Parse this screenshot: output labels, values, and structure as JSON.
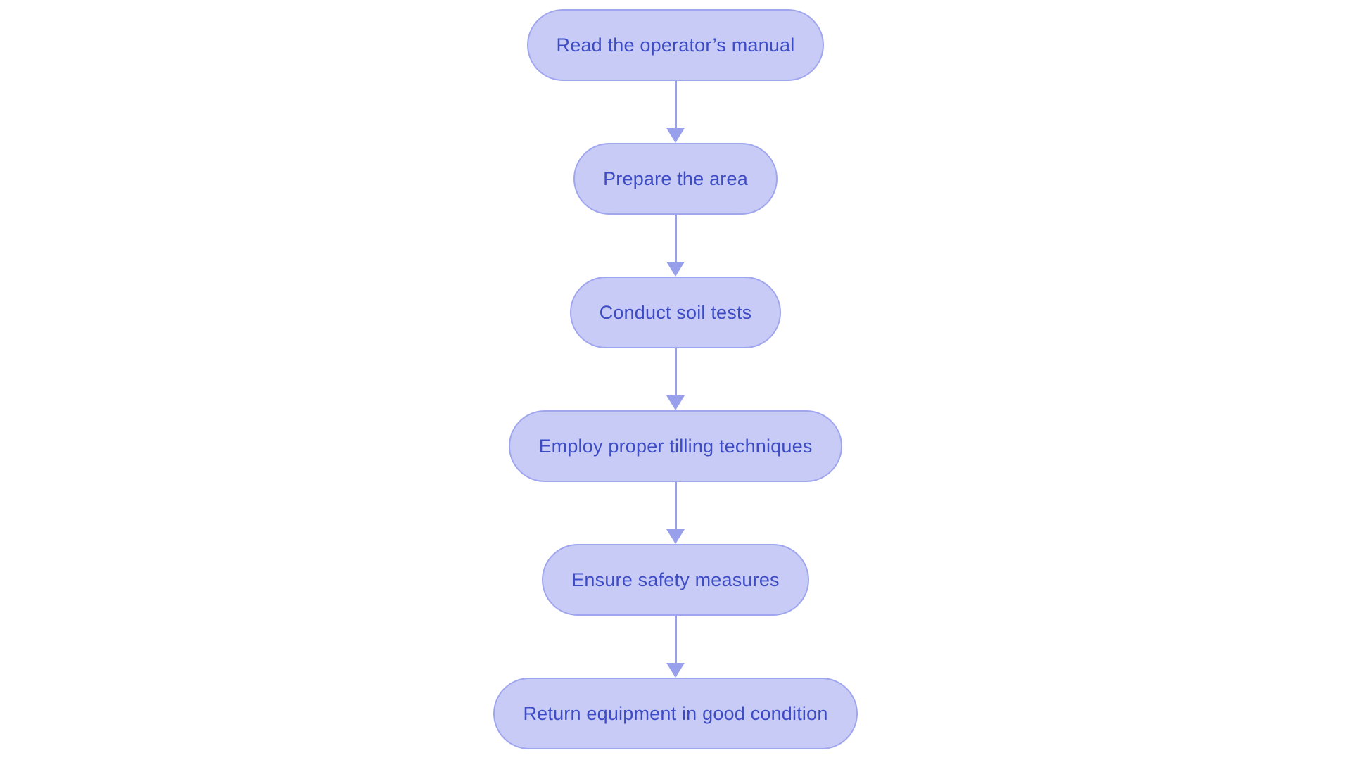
{
  "diagram": {
    "type": "flowchart",
    "direction": "top-down",
    "steps": [
      {
        "id": "read-manual",
        "label": "Read the operator’s manual"
      },
      {
        "id": "prepare-area",
        "label": "Prepare the area"
      },
      {
        "id": "soil-tests",
        "label": "Conduct soil tests"
      },
      {
        "id": "tilling",
        "label": "Employ proper tilling techniques"
      },
      {
        "id": "safety",
        "label": "Ensure safety measures"
      },
      {
        "id": "return-equipment",
        "label": "Return equipment in good condition"
      }
    ],
    "colors": {
      "node_fill": "#c8cbf6",
      "node_border": "#a0a6ee",
      "node_text": "#3d4cc5",
      "arrow": "#98a0ec",
      "background": "#ffffff"
    }
  }
}
